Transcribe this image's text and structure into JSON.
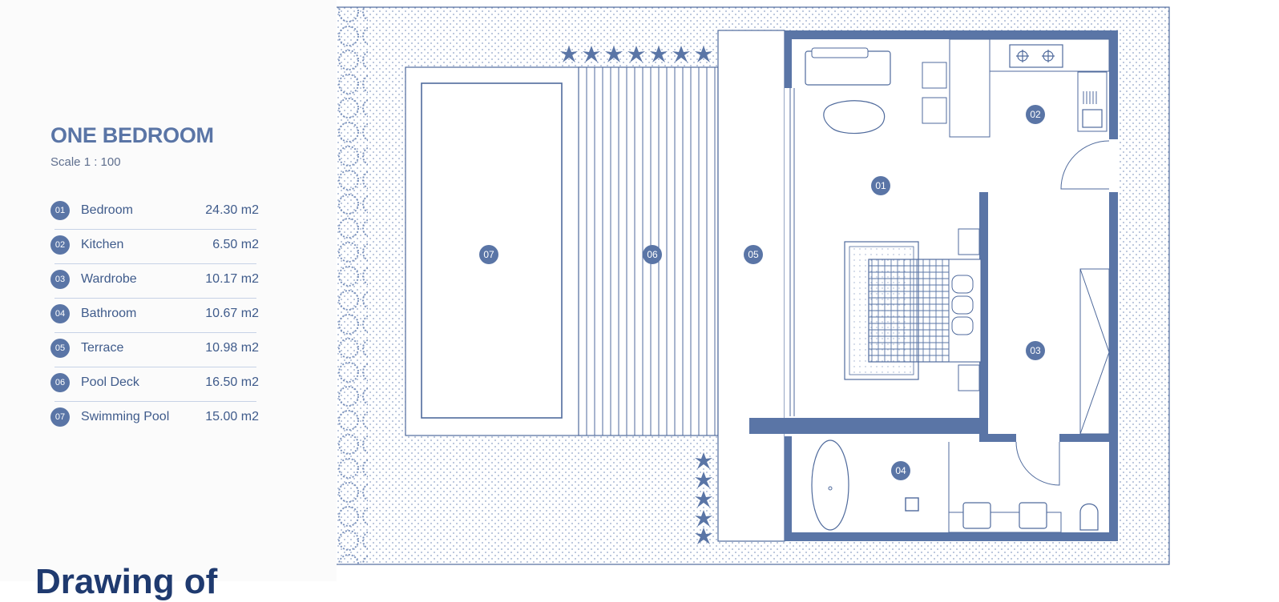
{
  "legend": {
    "title": "ONE BEDROOM",
    "scale": "Scale 1 : 100",
    "rooms": [
      {
        "num": "01",
        "name": "Bedroom",
        "area": "24.30 m2"
      },
      {
        "num": "02",
        "name": "Kitchen",
        "area": "6.50 m2"
      },
      {
        "num": "03",
        "name": "Wardrobe",
        "area": "10.17 m2"
      },
      {
        "num": "04",
        "name": "Bathroom",
        "area": "10.67 m2"
      },
      {
        "num": "05",
        "name": "Terrace",
        "area": "10.98 m2"
      },
      {
        "num": "06",
        "name": "Pool Deck",
        "area": "16.50 m2"
      },
      {
        "num": "07",
        "name": "Swimming Pool",
        "area": "15.00 m2"
      }
    ]
  },
  "caption": "Drawing of",
  "plan_tags": [
    "07",
    "06",
    "05",
    "01",
    "02",
    "03",
    "04"
  ],
  "colors": {
    "accent": "#5a75a6",
    "line": "#4f6a9c",
    "heading": "#1f3a6f"
  }
}
